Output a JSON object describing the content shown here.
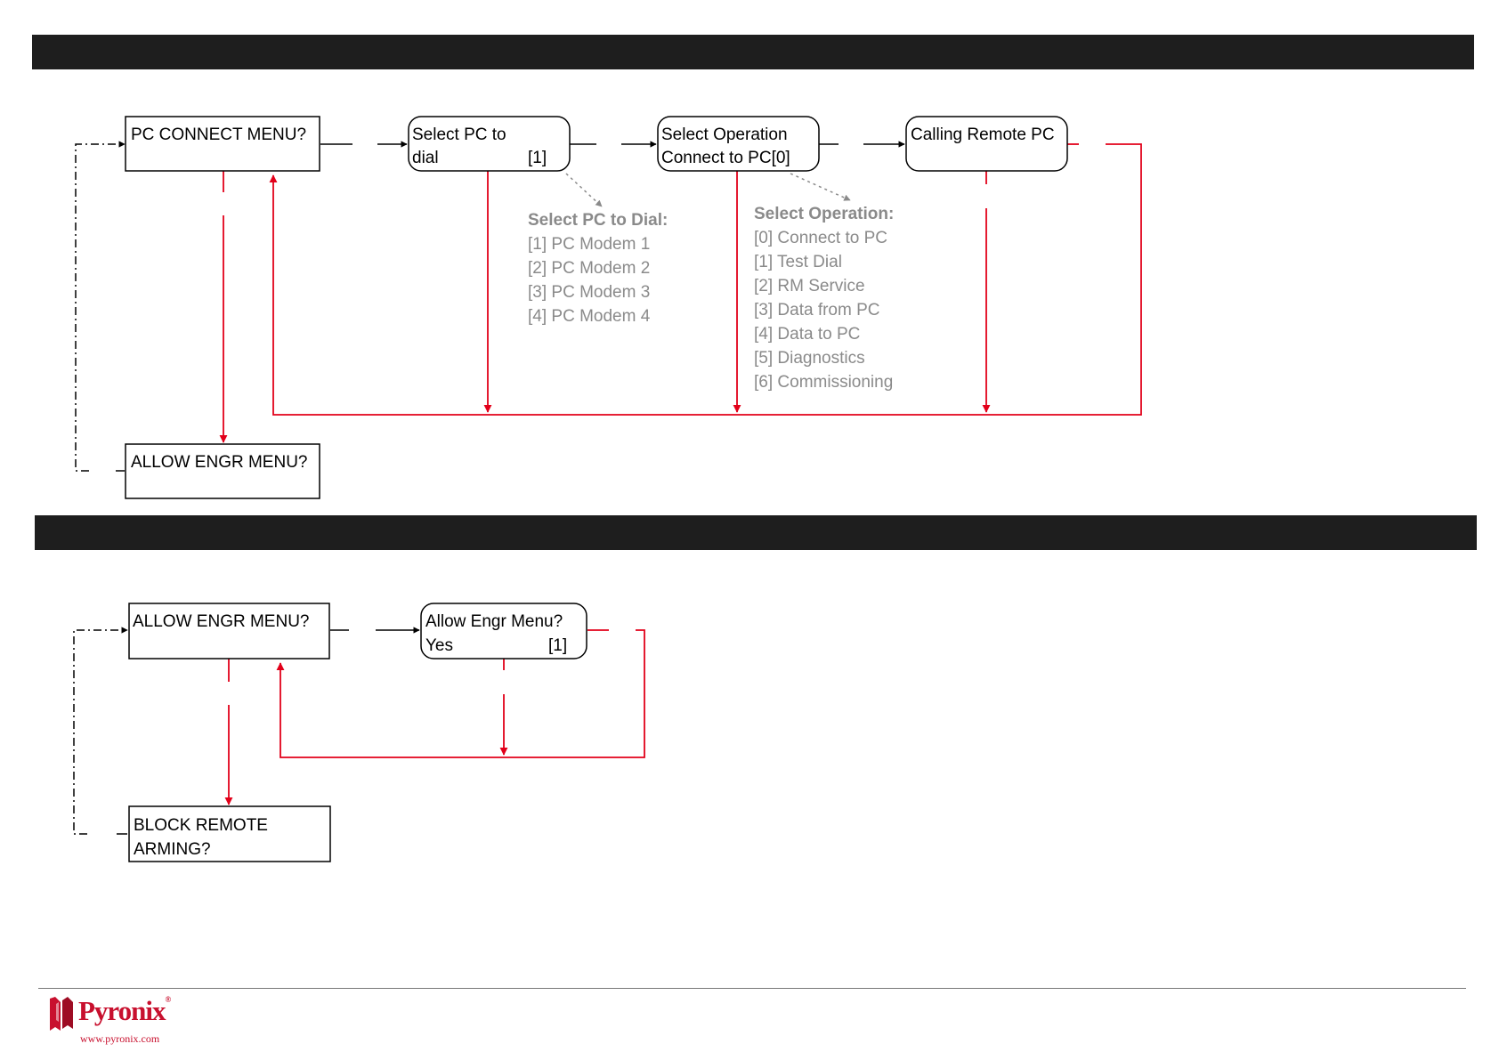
{
  "section1": {
    "boxes": {
      "pc_connect_menu": [
        "PC CONNECT MENU?"
      ],
      "select_pc": [
        "Select PC to",
        "dial",
        "[1]"
      ],
      "select_operation": [
        "Select Operation",
        "Connect to PC[0]"
      ],
      "calling_remote": [
        "Calling Remote PC"
      ],
      "allow_engr_menu": [
        "ALLOW ENGR MENU?"
      ]
    },
    "select_pc_options": {
      "title": "Select PC to Dial:",
      "items": [
        "[1] PC Modem 1",
        "[2] PC Modem 2",
        "[3] PC Modem 3",
        "[4] PC Modem 4"
      ]
    },
    "select_operation_options": {
      "title": "Select Operation:",
      "items": [
        "[0] Connect to PC",
        "[1] Test Dial",
        "[2] RM Service",
        "[3] Data from PC",
        "[4] Data to PC",
        "[5] Diagnostics",
        "[6] Commissioning"
      ]
    }
  },
  "section2": {
    "boxes": {
      "allow_engr_menu": [
        "ALLOW ENGR MENU?"
      ],
      "allow_engr_yes": [
        "Allow Engr Menu?",
        "Yes",
        "[1]"
      ],
      "block_remote_arming": [
        "BLOCK REMOTE",
        "ARMING?"
      ]
    }
  },
  "footer": {
    "logo_text": "Pyronix",
    "logo_url": "www.pyronix.com"
  },
  "colors": {
    "header_bar": "#1e1e1e",
    "flow_red": "#e2001a",
    "arrow_black": "#000000",
    "option_gray": "#8a8a8a",
    "brand_red": "#c8102e"
  }
}
